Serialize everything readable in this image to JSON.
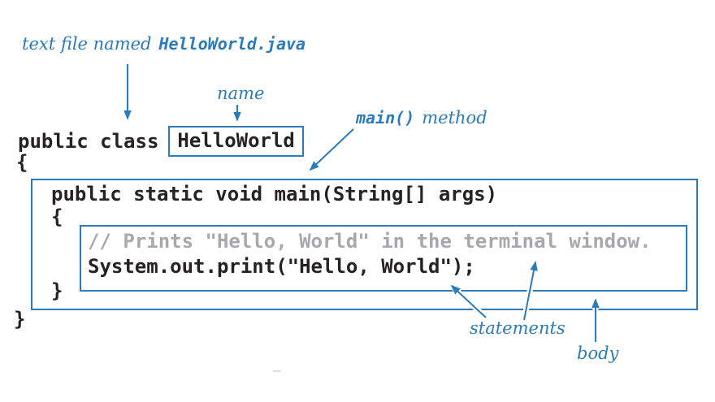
{
  "colors": {
    "accent_blue": "#2b7ab9",
    "code_black": "#262223",
    "comment_gray": "#a6a8ab",
    "background": "#ffffff"
  },
  "labels": {
    "file": {
      "serif": "text file named",
      "mono": "HelloWorld.java"
    },
    "name": "name",
    "main": {
      "mono": "main()",
      "serif": "method"
    },
    "statements": "statements",
    "body": "body"
  },
  "code": {
    "class_keyword": "public class",
    "class_name": "HelloWorld",
    "class_open_brace": "{",
    "main_signature": "public static void main(String[] args)",
    "main_open_brace": "{",
    "comment": "// Prints \"Hello, World\" in the terminal window.",
    "statement": "System.out.print(\"Hello, World\");",
    "main_close_brace": "}",
    "class_close_brace": "}"
  }
}
